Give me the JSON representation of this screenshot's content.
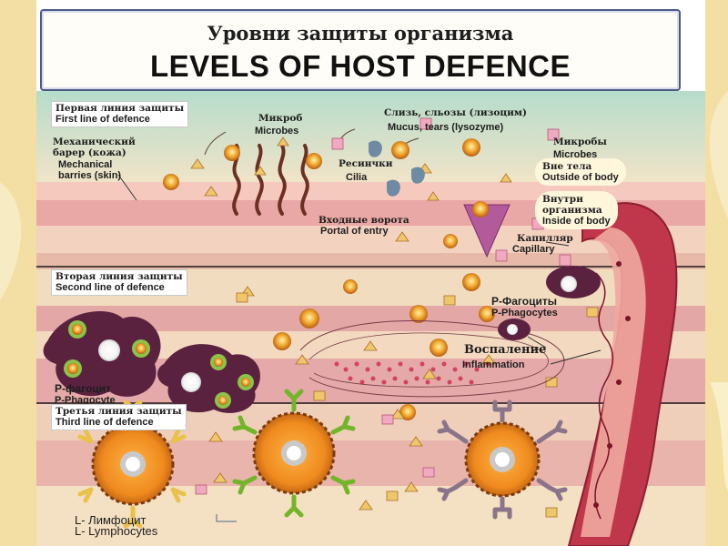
{
  "title": {
    "ru": "Уровни защиты организма",
    "en": "LEVELS OF HOST DEFENCE"
  },
  "lines": {
    "first": {
      "ru": "Первая линия защиты",
      "en": "First line of defence"
    },
    "second": {
      "ru": "Вторая линия защиты",
      "en": "Second line of defence"
    },
    "third": {
      "ru": "Третья линия защиты",
      "en": "Third line of defence"
    }
  },
  "labels": {
    "mechanical": {
      "ru_1": "Механический",
      "ru_2": "барер (кожа)",
      "en_1": "Mechanical",
      "en_2": "barries (skin)"
    },
    "microbe": {
      "ru": "Микроб",
      "en": "Microbes"
    },
    "mucus": {
      "ru": "Слизь, сльозы (лизоцим)",
      "en": "Mucus, tears (lysozyme)"
    },
    "microbes_right": {
      "ru": "Микробы",
      "en": "Microbes"
    },
    "cilia": {
      "ru": "Ресинчки",
      "en": "Cilia"
    },
    "outside": {
      "ru": "Вне тела",
      "en": "Outside of body"
    },
    "inside": {
      "ru_1": "Внутри",
      "ru_2": "организма",
      "en": "Inside of body"
    },
    "portal": {
      "ru": "Входные ворота",
      "en": "Portal of entry"
    },
    "capillary": {
      "ru": "Капилляр",
      "en": "Capillary"
    },
    "p_phagocytes": {
      "ru": "Р-Фагоциты",
      "en": "P-Phagocytes"
    },
    "inflammation": {
      "ru": "Воспаление",
      "en": "Inflammation"
    },
    "p_phagocyte": {
      "ru": "Р-фагоцит",
      "en": "P-Phagocyte"
    },
    "lymphocyte": {
      "ru": "L-  Лимфоцит",
      "en": "L- Lymphocytes"
    }
  },
  "colors": {
    "slide_background": "#f3dfa4",
    "title_border": "#4c5a86",
    "skin_band": "#e9a7a5",
    "sky": "#b9dcc8",
    "capillary": "#c0364a",
    "phagocyte": "#5b2240",
    "lymphocyte": "#e68a1e",
    "antibody_yellow": "#e8d21c",
    "antibody_green": "#73b52a",
    "antibody_purple": "#8a7489"
  }
}
